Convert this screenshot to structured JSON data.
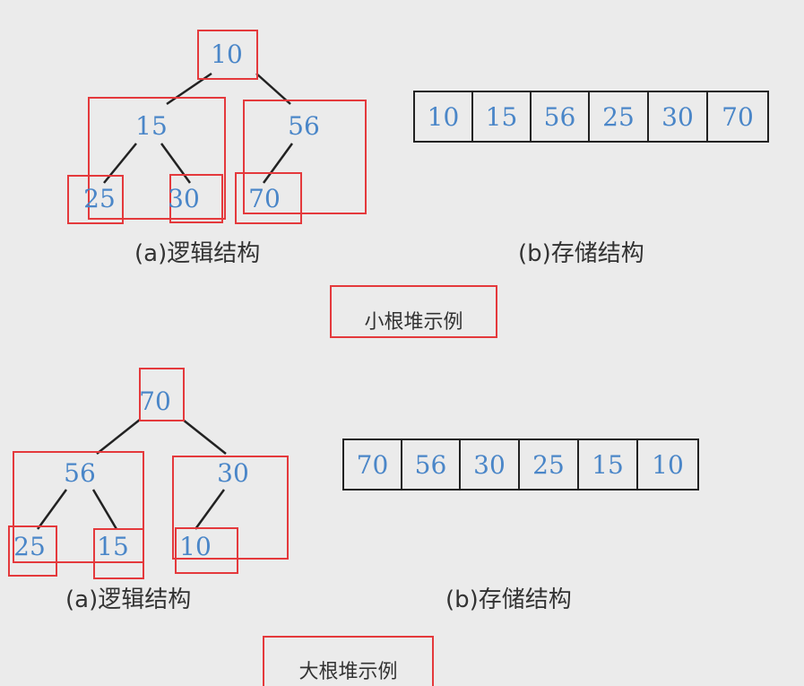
{
  "min_heap": {
    "title": "小根堆示例",
    "logical_caption": "(a)逻辑结构",
    "storage_caption": "(b)存储结构",
    "nodes": [
      "10",
      "15",
      "56",
      "25",
      "30",
      "70"
    ],
    "array": [
      "10",
      "15",
      "56",
      "25",
      "30",
      "70"
    ]
  },
  "max_heap": {
    "title": "大根堆示例",
    "logical_caption": "(a)逻辑结构",
    "storage_caption": "(b)存储结构",
    "nodes": [
      "70",
      "56",
      "30",
      "25",
      "15",
      "10"
    ],
    "array": [
      "70",
      "56",
      "30",
      "25",
      "15",
      "10"
    ]
  },
  "colors": {
    "node_text": "#4a86c8",
    "highlight_box": "#e4393c",
    "edge": "#222222",
    "background": "#ebebeb"
  }
}
